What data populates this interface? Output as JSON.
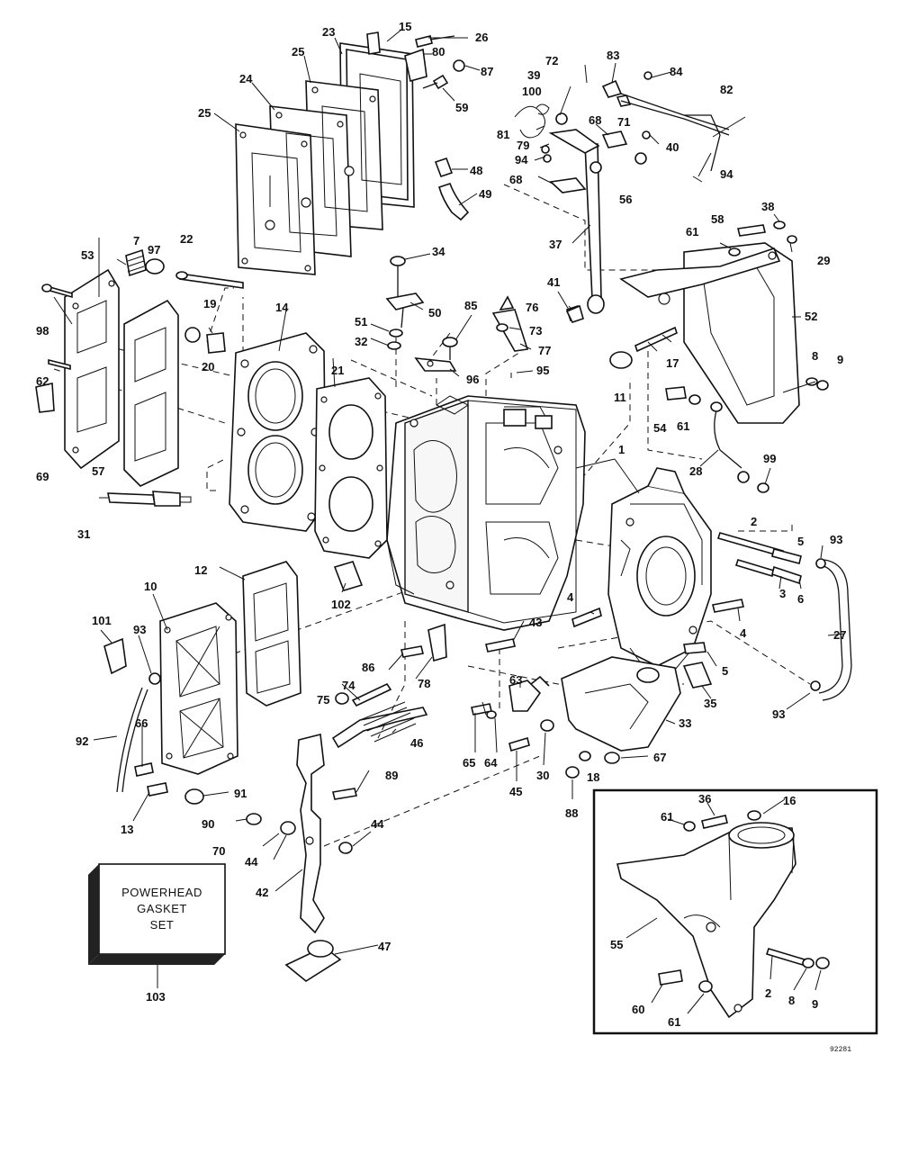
{
  "labels": {
    "p1": "1",
    "p2": "2",
    "p2b": "2",
    "p3": "3",
    "p4": "4",
    "p4b": "4",
    "p5": "5",
    "p5b": "5",
    "p6": "6",
    "p7": "7",
    "p8": "8",
    "p8b": "8",
    "p9": "9",
    "p9b": "9",
    "p10": "10",
    "p11": "11",
    "p12": "12",
    "p13": "13",
    "p14": "14",
    "p15": "15",
    "p16": "16",
    "p17": "17",
    "p18": "18",
    "p19": "19",
    "p20": "20",
    "p21": "21",
    "p22": "22",
    "p23": "23",
    "p24": "24",
    "p25a": "25",
    "p25b": "25",
    "p26": "26",
    "p27": "27",
    "p28": "28",
    "p29": "29",
    "p30": "30",
    "p31": "31",
    "p32": "32",
    "p33": "33",
    "p34": "34",
    "p35": "35",
    "p36": "36",
    "p37": "37",
    "p38": "38",
    "p39": "39",
    "p40": "40",
    "p41": "41",
    "p42": "42",
    "p43": "43",
    "p44a": "44",
    "p44b": "44",
    "p45": "45",
    "p46": "46",
    "p47": "47",
    "p48": "48",
    "p49": "49",
    "p50": "50",
    "p51": "51",
    "p52": "52",
    "p53": "53",
    "p54": "54",
    "p55": "55",
    "p56": "56",
    "p57": "57",
    "p58": "58",
    "p59": "59",
    "p60": "60",
    "p61a": "61",
    "p61b": "61",
    "p61c": "61",
    "p61d": "61",
    "p62": "62",
    "p63": "63",
    "p64": "64",
    "p65": "65",
    "p66": "66",
    "p67": "67",
    "p68a": "68",
    "p68b": "68",
    "p69": "69",
    "p70": "70",
    "p71": "71",
    "p72": "72",
    "p73": "73",
    "p74": "74",
    "p75": "75",
    "p76": "76",
    "p77": "77",
    "p78": "78",
    "p79": "79",
    "p80": "80",
    "p81": "81",
    "p82": "82",
    "p83": "83",
    "p84": "84",
    "p85": "85",
    "p86": "86",
    "p87": "87",
    "p88": "88",
    "p89": "89",
    "p90": "90",
    "p91": "91",
    "p92": "92",
    "p93a": "93",
    "p93b": "93",
    "p93c": "93",
    "p94a": "94",
    "p94b": "94",
    "p95": "95",
    "p96": "96",
    "p97": "97",
    "p98": "98",
    "p99": "99",
    "p100": "100",
    "p101": "101",
    "p102": "102",
    "p103": "103"
  },
  "gasket_box": {
    "line1": "POWERHEAD",
    "line2": "GASKET",
    "line3": "SET"
  },
  "drawing_code": "92281"
}
